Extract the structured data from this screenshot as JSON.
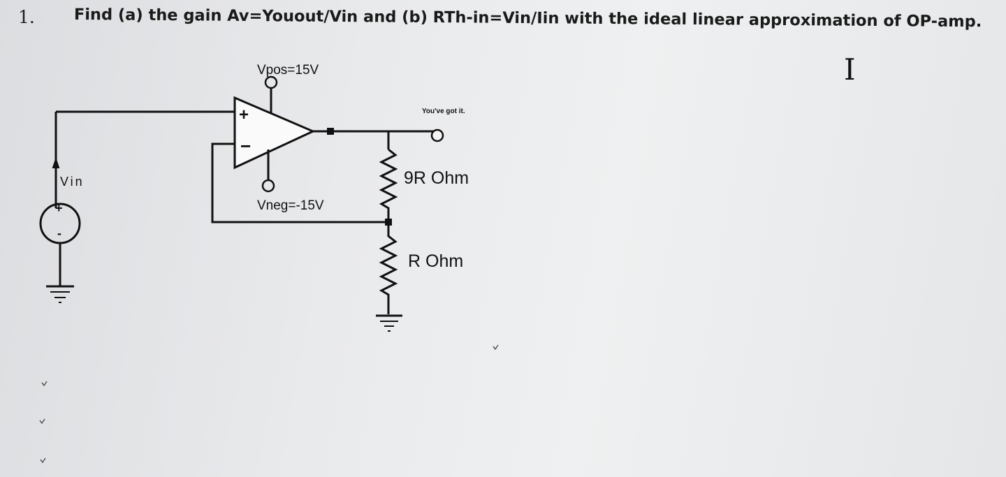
{
  "question": {
    "number": "1.",
    "text": "Find (a) the gain Av=Youout/Vin and (b) RTh-in=Vin/Iin with the ideal linear approximation of OP-amp."
  },
  "diagram": {
    "vpos_label": "Vpos=15V",
    "vneg_label": "Vneg=-15V",
    "vin_label": "Vin",
    "source_plus": "+",
    "source_minus": "-",
    "opamp_plus": "+",
    "opamp_minus": "−",
    "output_note": "You've got it.",
    "r_top_label": "9R Ohm",
    "r_bottom_label": "R Ohm",
    "cursor_glyph": "I"
  },
  "colors": {
    "ink": "#111111",
    "background": "#e9eaec"
  }
}
